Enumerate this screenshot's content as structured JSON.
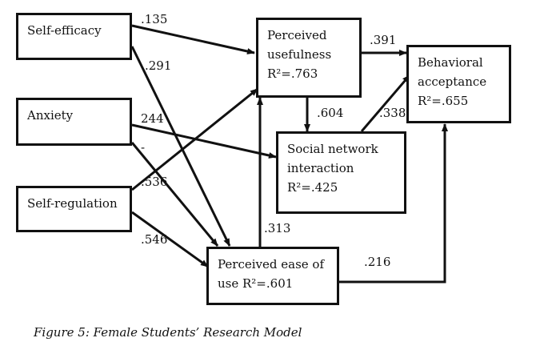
{
  "diagram": {
    "nodes": {
      "self_efficacy": "Self-efficacy",
      "anxiety": "Anxiety",
      "self_regulation": "Self-regulation",
      "perceived_usefulness": "Perceived\nusefulness\nR²=.763",
      "social_network_interaction": "Social network\ninteraction\nR²=.425",
      "behavioral_acceptance": "Behavioral\nacceptance\nR²=.655",
      "perceived_ease_of_use": "Perceived ease of\nuse R²=.601"
    },
    "path_labels": {
      "se_to_pu": ".135",
      "se_to_peou": ".291",
      "anx_to_sni": "244",
      "anx_minus": "-",
      "anx_to_peou": ".536",
      "sr_to_peou": ".546",
      "pu_to_ba": ".391",
      "pu_to_sni": ".604",
      "sni_to_ba": ".338",
      "peou_to_pu": ".313",
      "peou_to_ba": ".216"
    },
    "caption": "Figure 5: Female Students’ Research Model"
  }
}
